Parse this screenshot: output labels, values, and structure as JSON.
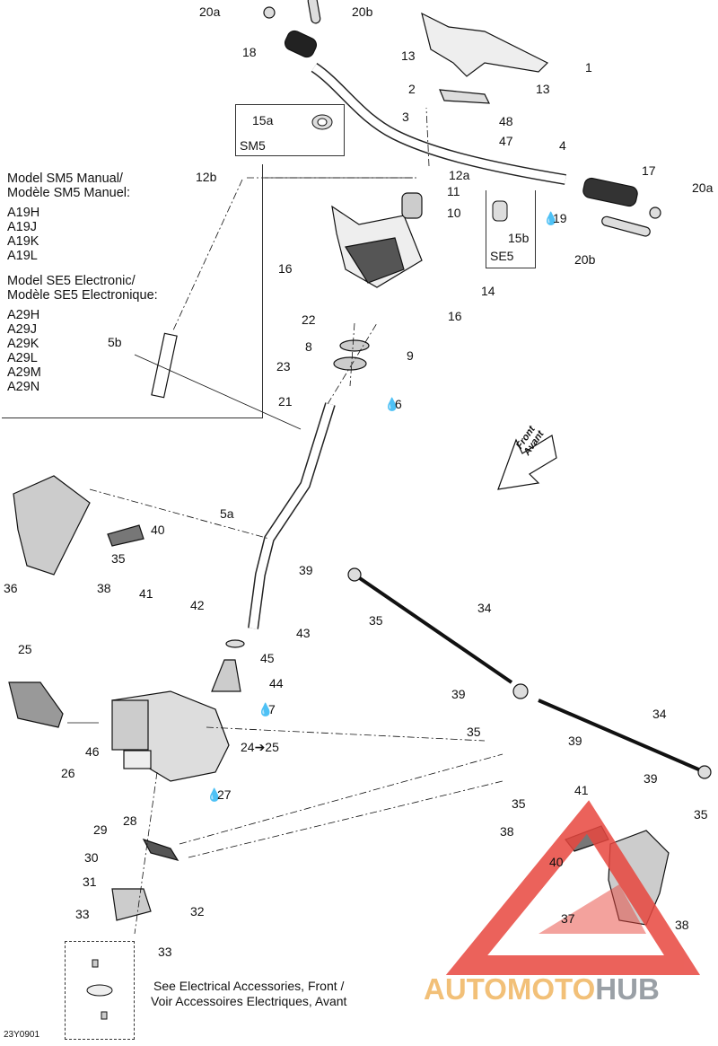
{
  "diagram_code": "23Y0901",
  "model_box": {
    "lines": [
      "Model SM5 Manual/",
      "Modèle SM5 Manuel:",
      "A19H",
      "A19J",
      "A19K",
      "A19L",
      "",
      "Model SE5 Electronic/",
      "Modèle SE5 Electronique:",
      "A29H",
      "A29J",
      "A29K",
      "A29L",
      "A29M",
      "A29N"
    ]
  },
  "sm5_box": {
    "part": "15a",
    "caption": "SM5"
  },
  "se5_box": {
    "part": "15b",
    "caption": "SE5"
  },
  "front_arrow": {
    "line1": "Front",
    "line2": "Avant"
  },
  "see_note": {
    "line1": "See Electrical Accessories, Front /",
    "line2": "Voir Accessoires Electriques, Avant"
  },
  "watermark": {
    "part1": "AUTOMOTO",
    "part2": "HUB",
    "color_red": "#e8473f",
    "color_gold": "#f2c078",
    "color_gray": "#9aa0a6"
  },
  "callouts": [
    "20a",
    "20b",
    "18",
    "13",
    "1",
    "2",
    "13",
    "3",
    "48",
    "47",
    "4",
    "17",
    "20a",
    "12b",
    "12a",
    "11",
    "10",
    "15b",
    "19",
    "20b",
    "16",
    "14",
    "16",
    "22",
    "8",
    "9",
    "23",
    "21",
    "6",
    "5b",
    "5a",
    "40",
    "35",
    "41",
    "38",
    "36",
    "42",
    "39",
    "35",
    "34",
    "43",
    "45",
    "44",
    "25",
    "7",
    "24➔25",
    "46",
    "26",
    "27",
    "39",
    "35",
    "39",
    "34",
    "39",
    "35",
    "38",
    "41",
    "28",
    "29",
    "30",
    "31",
    "40",
    "35",
    "37",
    "38",
    "32",
    "33",
    "33"
  ]
}
